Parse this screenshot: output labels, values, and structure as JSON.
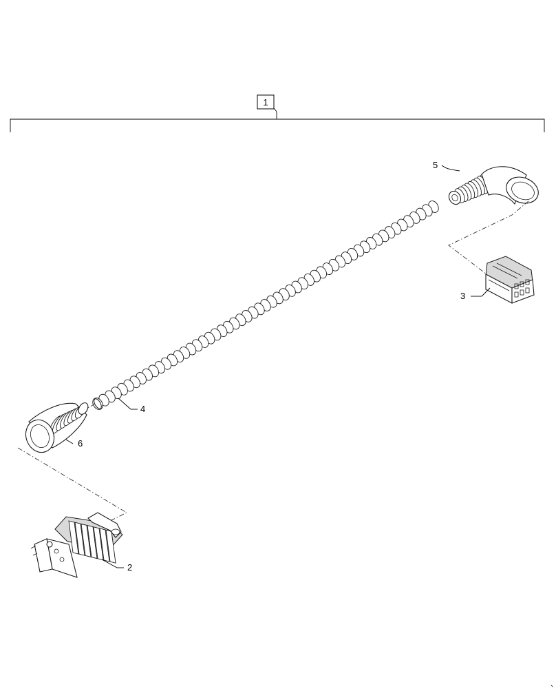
{
  "callouts": {
    "assembly": "1",
    "connector_front": "2",
    "connector_rear": "3",
    "conduit": "4",
    "boot_elbow": "5",
    "boot_straight": "6"
  }
}
